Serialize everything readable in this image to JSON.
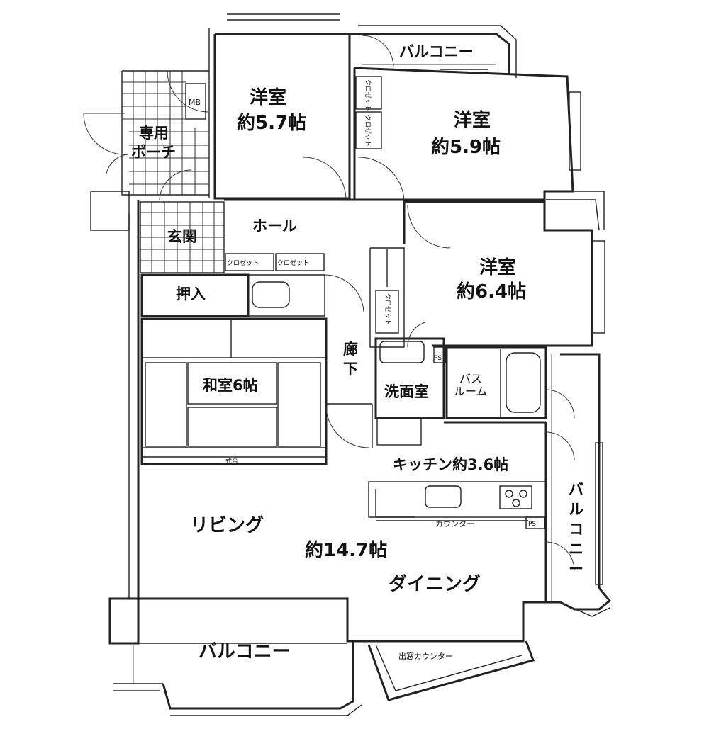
{
  "rooms": {
    "bedroom_1": {
      "name": "洋室",
      "size": "約5.7帖"
    },
    "bedroom_2": {
      "name": "洋室",
      "size": "約5.9帖"
    },
    "bedroom_3": {
      "name": "洋室",
      "size": "約6.4帖"
    },
    "japanese_room": "和室6帖",
    "living": "リビング",
    "living_dining_size": "約14.7帖",
    "dining": "ダイニング",
    "kitchen": "キッチン約3.6帖",
    "washroom": "洗面室",
    "bath_line1": "バス",
    "bath_line2": "ルーム",
    "hall": "ホール",
    "entrance": "玄関",
    "corridor_1": "廊",
    "corridor_2": "下",
    "oshiire": "押入",
    "porch_line1": "専用",
    "porch_line2": "ポーチ"
  },
  "balconies": {
    "top": "バルコニー",
    "bottom": "バルコニー",
    "right": [
      "バ",
      "ル",
      "コ",
      "ニ",
      "ー"
    ]
  },
  "labels": {
    "mb": "MB",
    "ps_1": "PS",
    "ps_2": "PS",
    "closet": "クロゼット",
    "counter": "カウンター",
    "bay_counter": "出窓カウンター",
    "shikidai": "式台"
  }
}
